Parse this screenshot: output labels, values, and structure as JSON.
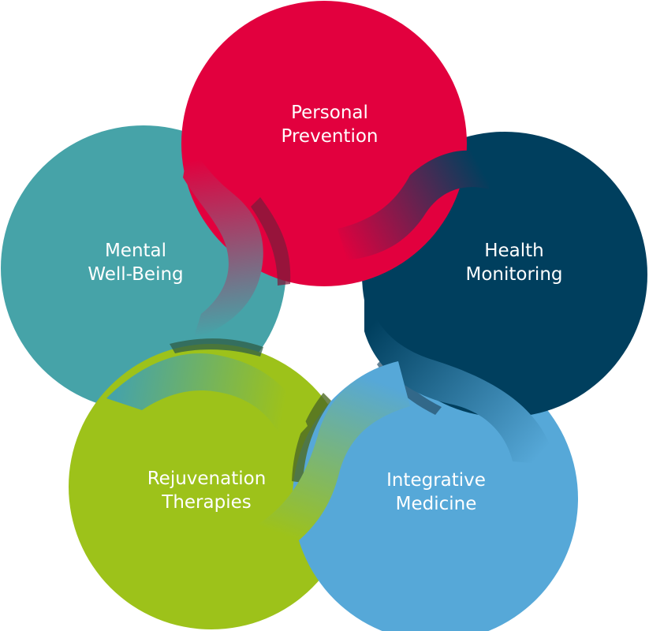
{
  "nodes": [
    {
      "id": "personal-prevention",
      "lines": [
        "Personal",
        "Prevention"
      ],
      "color": "#E2003E"
    },
    {
      "id": "health-monitoring",
      "lines": [
        "Health",
        "Monitoring"
      ],
      "color": "#003F5E"
    },
    {
      "id": "integrative-medicine",
      "lines": [
        "Integrative",
        "Medicine"
      ],
      "color": "#56A8D8"
    },
    {
      "id": "rejuvenation-therapies",
      "lines": [
        "Rejuvenation",
        "Therapies"
      ],
      "color": "#9DC21A"
    },
    {
      "id": "mental-well-being",
      "lines": [
        "Mental",
        "Well-Being"
      ],
      "color": "#46A3A8"
    }
  ],
  "background_color": "#FFFFFF"
}
